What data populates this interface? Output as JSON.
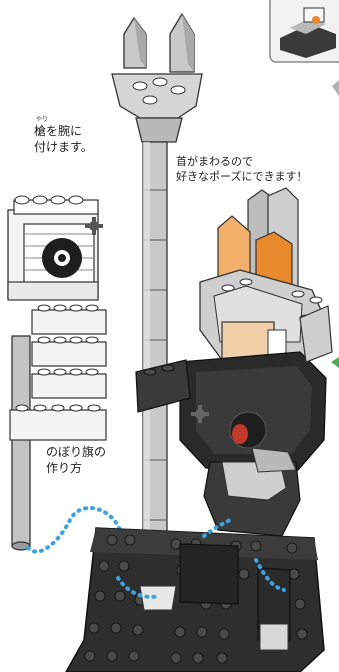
{
  "labels": {
    "spear": {
      "ruby": "やり",
      "line1": "槍を腕に",
      "line2": "付けます。"
    },
    "neck": {
      "line1": "首がまわるので",
      "line2": "好きなポーズにできます！"
    },
    "flag": {
      "line1": "のぼり旗の",
      "line2": "作り方"
    }
  },
  "colors": {
    "dark_brick": "#3a3a3a",
    "black_brick": "#1e1e1e",
    "gray_brick": "#b9b9b9",
    "light_gray": "#e4e4e4",
    "white_brick": "#f7f7f7",
    "orange": "#e8892c",
    "light_orange": "#f2b06a",
    "skin": "#f1cfa9",
    "red": "#c0392b",
    "dotted_path": "#3da3e0",
    "green_arrow": "#4caf50"
  }
}
